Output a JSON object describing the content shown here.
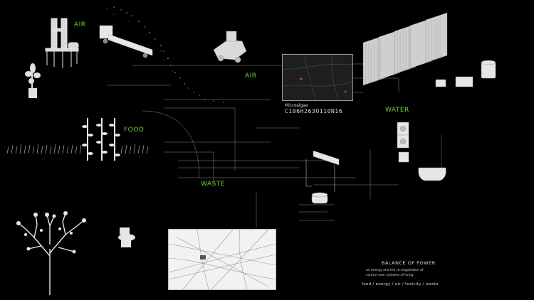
{
  "labels": {
    "air_left": "AIR",
    "food": "FOOD",
    "air_right": "AIR",
    "water": "WATER",
    "waste": "WASTE"
  },
  "microalgae": {
    "name": "Microalgae",
    "formula": "C106H263O110N16"
  },
  "title_block": {
    "title": "BALANCE OF POWER",
    "subtitle_line1": "on energy and the re-negotiation of",
    "subtitle_line2": "control over systems of living",
    "tags": "food / energy / air / toxicity / waste"
  },
  "colors": {
    "background": "#000000",
    "label_green": "#6fcf3a",
    "line_grey": "#8a8a8a",
    "text_grey": "#cfcfcf"
  }
}
